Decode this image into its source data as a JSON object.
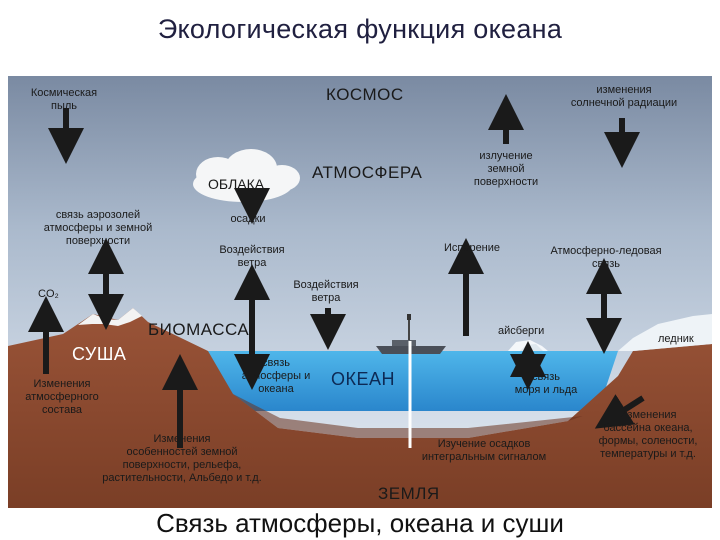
{
  "title": "Экологическая функция океана",
  "caption": "Связь атмосферы, океана и суши",
  "labels": {
    "kosmos": "КОСМОС",
    "atmosfera": "АТМОСФЕРА",
    "oblaka": "ОБЛАКА",
    "biomassa": "БИОМАССА",
    "susha": "СУША",
    "okean": "ОКЕАН",
    "zemlya": "ЗЕМЛЯ",
    "kosm_pyl_1": "Космическая",
    "kosm_pyl_2": "пыль",
    "izm_sol_1": "изменения",
    "izm_sol_2": "солнечной радиации",
    "izluch_1": "излучение",
    "izluch_2": "земной",
    "izluch_3": "поверхности",
    "aerozol_1": "связь аэрозолей",
    "aerozol_2": "атмосферы и земной",
    "aerozol_3": "поверхности",
    "osadki": "осадки",
    "vozd_vetra1_1": "Воздействия",
    "vozd_vetra1_2": "ветра",
    "vozd_vetra2_1": "Воздействия",
    "vozd_vetra2_2": "ветра",
    "isparenie": "Испарение",
    "atm_led_1": "Атмосферно-ледовая",
    "atm_led_2": "связь",
    "co2": "CO₂",
    "aisbergi": "айсберги",
    "lednik": "ледник",
    "svyaz_atm_ok_1": "связь",
    "svyaz_atm_ok_2": "атмосферы и",
    "svyaz_atm_ok_3": "океана",
    "svyaz_morya_1": "связь",
    "svyaz_morya_2": "моря и льда",
    "izm_atm_1": "Изменения",
    "izm_atm_2": "атмосферного",
    "izm_atm_3": "состава",
    "izm_pov_1": "Изменения",
    "izm_pov_2": "особенностей земной",
    "izm_pov_3": "поверхности, рельефа,",
    "izm_pov_4": "растительности, Альбедо и т.д.",
    "izuch_osadkov_1": "Изучение осадков",
    "izuch_osadkov_2": "интегральным сигналом",
    "izm_bass_1": "Изменения",
    "izm_bass_2": "бассейна океана,",
    "izm_bass_3": "формы, солености,",
    "izm_bass_4": "температуры и т.д."
  },
  "colors": {
    "sky_top": "#7d8da3",
    "sky_bottom": "#e4edf6",
    "land": "#8e4d33",
    "land_dark": "#5e2c1a",
    "ocean_top": "#49b0e6",
    "ocean_bottom": "#1e75c0",
    "arrow": "#1a1a1a"
  }
}
